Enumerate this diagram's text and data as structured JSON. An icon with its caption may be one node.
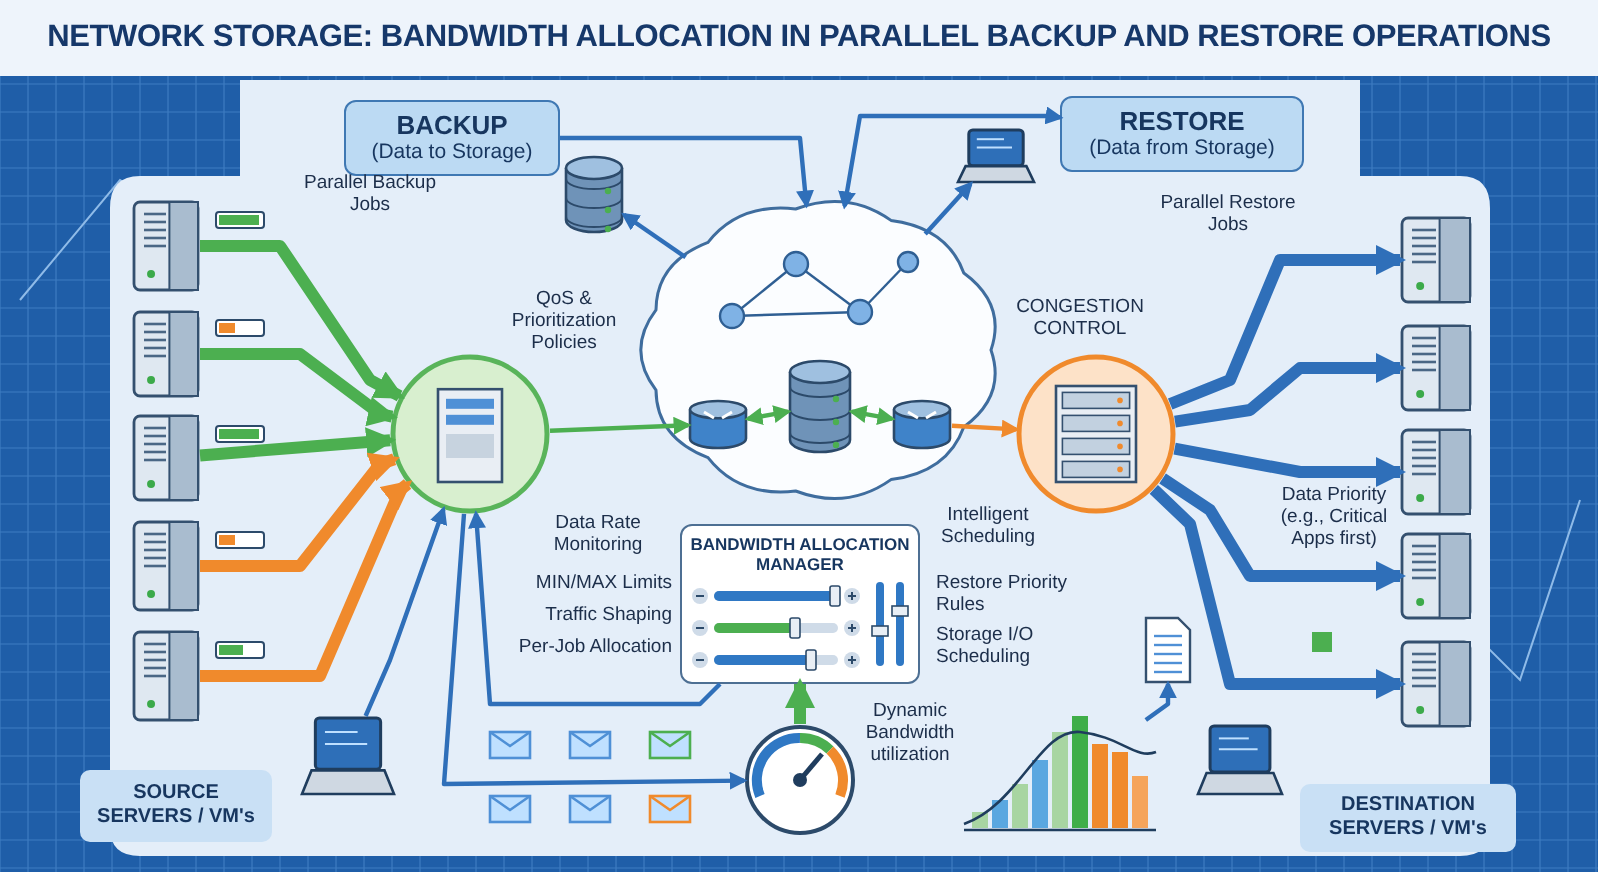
{
  "diagram": {
    "title": "NETWORK STORAGE: BANDWIDTH ALLOCATION IN PARALLEL BACKUP AND RESTORE OPERATIONS",
    "nodes": [
      {
        "text": [
          "BACKUP",
          "(Data to Storage)"
        ]
      },
      {
        "text": [
          "RESTORE",
          "(Data from Storage)"
        ]
      },
      {
        "text": [],
        "shape": "picture"
      },
      {
        "text": [],
        "shape": "picture"
      },
      {
        "text": [],
        "shape": "picture"
      },
      {
        "text": [],
        "shape": "picture"
      },
      {
        "text": [],
        "shape": "picture"
      },
      {
        "text": [],
        "shape": "circle"
      },
      {
        "text": [],
        "shape": "cloud"
      },
      {
        "text": [],
        "shape": "cylinder",
        "in": 8
      },
      {
        "text": [],
        "shape": "cylinder",
        "in": 8
      },
      {
        "text": [],
        "shape": "cylinder",
        "in": 8
      },
      {
        "text": [],
        "shape": "circle"
      },
      {
        "text": [],
        "shape": "picture"
      },
      {
        "text": [],
        "shape": "picture"
      },
      {
        "text": [],
        "shape": "picture"
      },
      {
        "text": [],
        "shape": "picture"
      },
      {
        "text": [],
        "shape": "picture"
      },
      {
        "text": [],
        "shape": "cylinder"
      },
      {
        "text": [],
        "shape": "picture"
      },
      {
        "text": [
          "BANDWIDTH ALLOCATION MANAGER"
        ],
        "beside": [
          "MIN/MAX Limits",
          "Traffic Shaping",
          "Per-Job Allocation",
          "Restore Priority Rules",
          "Storage I/O Scheduling"
        ]
      },
      {
        "text": [],
        "shape": "picture"
      },
      {
        "text": [],
        "shape": "picture"
      },
      {
        "text": [],
        "shape": "picture"
      },
      {
        "text": [],
        "shape": "picture"
      },
      {
        "text": [
          "SOURCE SERVERS / VM's"
        ]
      },
      {
        "text": [
          "DESTINATION SERVERS / VM's"
        ]
      }
    ],
    "edges": [
      {
        "from": 0,
        "to": 8,
        "arrow": "to"
      },
      {
        "from": 1,
        "to": 8,
        "arrow": "both"
      },
      {
        "from": 2,
        "to": 7,
        "arrow": "to",
        "style": "thick",
        "color": "#4caf50"
      },
      {
        "from": 3,
        "to": 7,
        "arrow": "to",
        "style": "thick",
        "color": "#4caf50"
      },
      {
        "from": 4,
        "to": 7,
        "arrow": "to",
        "style": "thick",
        "color": "#4caf50"
      },
      {
        "from": 5,
        "to": 7,
        "arrow": "to",
        "style": "thick",
        "color": "#f08a2c"
      },
      {
        "from": 6,
        "to": 7,
        "arrow": "to",
        "style": "thick",
        "color": "#f08a2c"
      },
      {
        "from": 7,
        "to": 9,
        "arrow": "to",
        "color": "#4caf50"
      },
      {
        "from": 9,
        "to": 10,
        "arrow": "both",
        "color": "#4caf50"
      },
      {
        "from": 10,
        "to": 11,
        "arrow": "both",
        "color": "#4caf50"
      },
      {
        "from": 11,
        "to": 12,
        "arrow": "to",
        "color": "#f08a2c"
      },
      {
        "from": 12,
        "to": 13,
        "arrow": "to",
        "style": "thick"
      },
      {
        "from": 12,
        "to": 14,
        "arrow": "to",
        "style": "thick"
      },
      {
        "from": 12,
        "to": 15,
        "arrow": "to",
        "style": "thick"
      },
      {
        "from": 12,
        "to": 16,
        "arrow": "to",
        "style": "thick"
      },
      {
        "from": 12,
        "to": 17,
        "arrow": "to",
        "style": "thick"
      },
      {
        "from": 8,
        "to": 18,
        "arrow": "to"
      },
      {
        "from": 8,
        "to": 19,
        "arrow": "to"
      },
      {
        "from": 7,
        "to": 21,
        "arrow": "to"
      },
      {
        "from": 20,
        "to": 7,
        "arrow": "to"
      },
      {
        "from": 22,
        "to": 7,
        "arrow": "to"
      },
      {
        "from": 21,
        "to": 20,
        "arrow": "to",
        "style": "thick",
        "color": "#4caf50"
      },
      {
        "from": 24,
        "to": 23,
        "arrow": "to"
      }
    ],
    "labels": [
      "Parallel Backup Jobs",
      "QoS & Prioritization Policies",
      "CONGESTION CONTROL",
      "Parallel Restore Jobs",
      "Data Rate Monitoring",
      "Intelligent Scheduling",
      "Data Priority (e.g., Critical Apps first)",
      "Dynamic Bandwidth utilization"
    ]
  }
}
